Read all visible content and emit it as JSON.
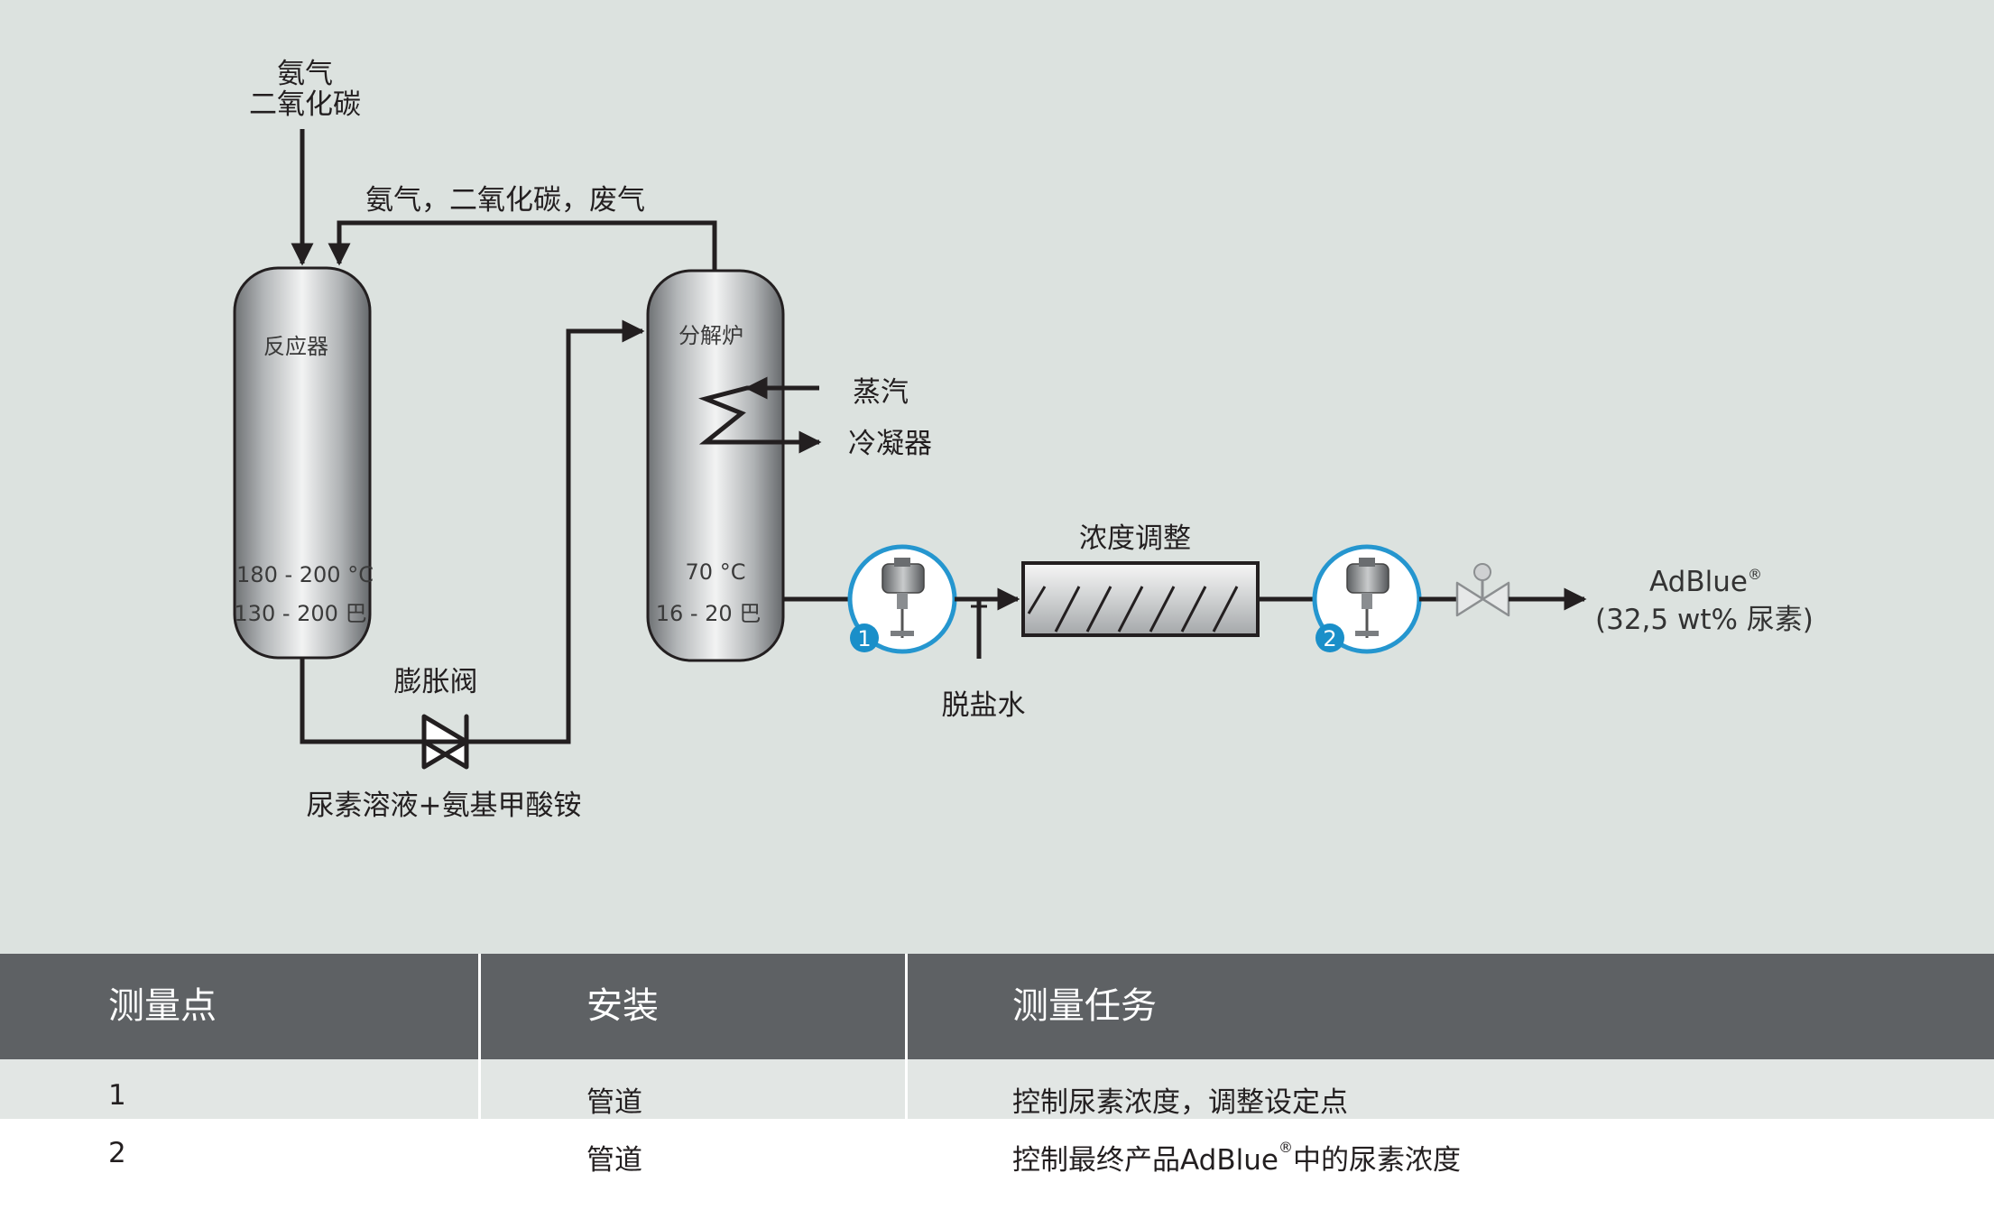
{
  "diagram": {
    "feed_label_line1": "氨气",
    "feed_label_line2": "二氧化碳",
    "offgas_label": "氨气，二氧化碳，废气",
    "reactor": {
      "name": "反应器",
      "temp": "180 - 200 °C",
      "pressure": "130 - 200 巴"
    },
    "decomposer": {
      "name": "分解炉",
      "temp": "70 °C",
      "pressure": "16 - 20 巴"
    },
    "steam_label": "蒸汽",
    "condenser_label": "冷凝器",
    "expansion_valve_label": "膨胀阀",
    "urea_solution_label": "尿素溶液+氨基甲酸铵",
    "demin_water_label": "脱盐水",
    "concentration_label": "浓度调整",
    "measure_point_1": "1",
    "measure_point_2": "2",
    "product_line1": "AdBlue",
    "product_reg": "®",
    "product_line2": "(32,5 wt%  尿素)"
  },
  "table": {
    "headers": [
      "测量点",
      "安装",
      "测量任务"
    ],
    "rows": [
      {
        "point": "1",
        "installation": "管道",
        "task": "控制尿素浓度，调整设定点"
      },
      {
        "point": "2",
        "installation": "管道",
        "task_pre": "控制最终产品AdBlue",
        "task_reg": "®",
        "task_post": "中的尿素浓度"
      }
    ]
  },
  "colors": {
    "background": "#dce2df",
    "table_header": "#5e6164",
    "badge": "#1a8fc9",
    "instrument_ring": "#2596cf"
  }
}
